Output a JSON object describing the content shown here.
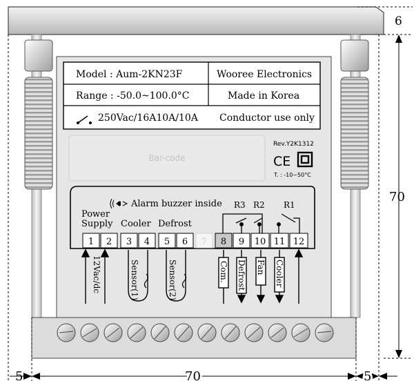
{
  "label": {
    "model": "Model : Aum-2KN23F",
    "brand": "Wooree Electronics",
    "range": "Range : -50.0~100.0°C",
    "origin": "Made in Korea",
    "rating": "250Vac/16A10A/10A",
    "note": "Conductor use only"
  },
  "barcode_placeholder": "Bar-code",
  "revision": "Rev.Y2K1312",
  "ce_mark": "CE",
  "temp_range": "T. : -10~50°C",
  "alarm_text": "Alarm buzzer inside",
  "groups": {
    "power_supply_line1": "Power",
    "power_supply_line2": "Supply",
    "cooler": "Cooler",
    "defrost": "Defrost"
  },
  "relays": [
    "R3",
    "R2",
    "R1"
  ],
  "terminals": [
    "1",
    "2",
    "3",
    "4",
    "5",
    "6",
    "7",
    "8",
    "9",
    "10",
    "11",
    "12"
  ],
  "wire_labels": {
    "supply": "12Vac/dc",
    "sensor1": "Sensor(1)",
    "sensor2": "Sensor(2)",
    "com": "Com.",
    "defrost": "Defrost",
    "fan": "Fan",
    "cooler": "Cooler"
  },
  "dimensions": {
    "top_thickness": "6",
    "height": "70",
    "width": "70",
    "left_margin": "5",
    "right_margin": "5"
  }
}
